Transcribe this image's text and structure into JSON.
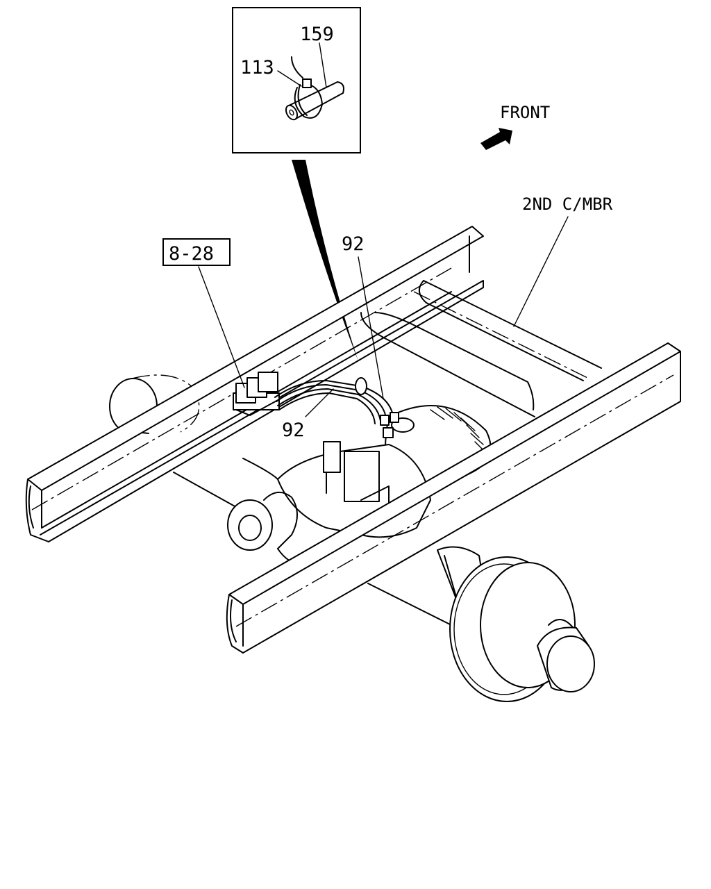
{
  "labels": {
    "inset_part_a": "159",
    "inset_part_b": "113",
    "direction": "FRONT",
    "crossmember": "2ND C/MBR",
    "reference_box": "8-28",
    "hose_upper": "92",
    "hose_lower": "92"
  }
}
